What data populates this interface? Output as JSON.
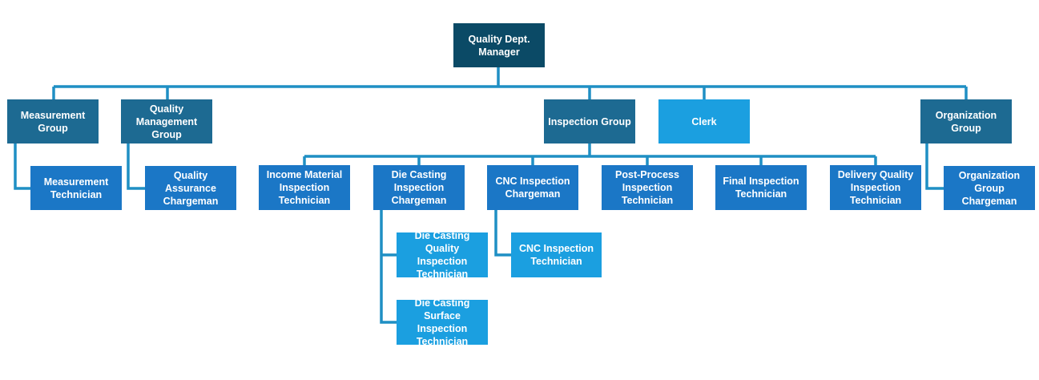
{
  "colors": {
    "top": "#0b4a66",
    "group": "#1d6a92",
    "member": "#1b77c6",
    "light": "#1b9fe0",
    "connector": "#1f8fc4"
  },
  "org": {
    "manager": "Quality Dept.\nManager",
    "measurement_group": "Measurement\nGroup",
    "measurement_technician": "Measurement\nTechnician",
    "quality_management_group": "Quality\nManagement\nGroup",
    "quality_assurance_chargeman": "Quality Assurance\nChargeman",
    "inspection_group": "Inspection Group",
    "clerk": "Clerk",
    "organization_group": "Organization\nGroup",
    "organization_group_chargeman": "Organization\nGroup Chargeman",
    "income_material_inspection_technician": "Income Material\nInspection\nTechnician",
    "die_casting_inspection_chargeman": "Die Casting\nInspection\nChargeman",
    "cnc_inspection_chargeman": "CNC Inspection\nChargeman",
    "post_process_inspection_technician": "Post-Process\nInspection\nTechnician",
    "final_inspection_technician": "Final Inspection\nTechnician",
    "delivery_quality_inspection_technician": "Delivery Quality\nInspection\nTechnician",
    "die_casting_quality_inspection_technician": "Die Casting\nQuality Inspection\nTechnician",
    "die_casting_surface_inspection_technician": "Die Casting\nSurface Inspection\nTechnician",
    "cnc_inspection_technician": "CNC Inspection\nTechnician"
  }
}
